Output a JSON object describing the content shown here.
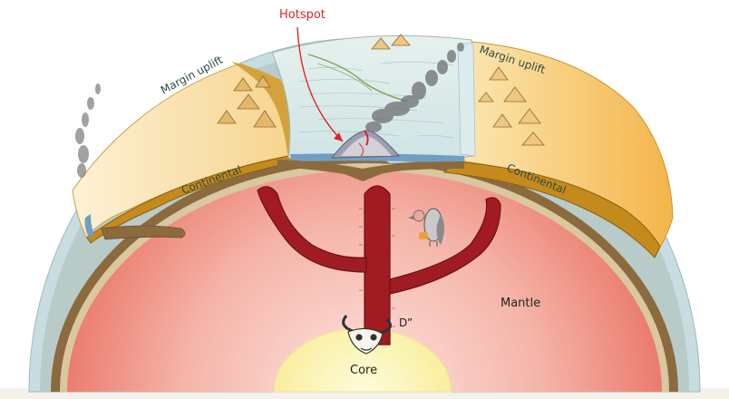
{
  "labels": {
    "hotspot": "Hotspot",
    "margin_uplift_left": "Margin uplift",
    "margin_uplift_right": "Margin uplift",
    "continental_left": "Continental",
    "continental_right": "Continental",
    "mantle": "Mantle",
    "d_double_prime": "D”",
    "core": "Core"
  },
  "colors": {
    "hotspot_label": "#d9252b",
    "label_dark": "#2f4a44",
    "mantle_outer": "#f2b9b0",
    "mantle_inner": "#e8776a",
    "core": "#fbf3b0",
    "crust_brown": "#8b6a3e",
    "continental_gold": "#c48a1c",
    "ocean_blue": "#cfe4ea",
    "cactus": "#a01c22"
  },
  "icons": [
    "volcano-icon",
    "smoke-plume-icon",
    "mountain-icon",
    "cactus-icon",
    "vulture-icon",
    "cow-skull-icon"
  ]
}
